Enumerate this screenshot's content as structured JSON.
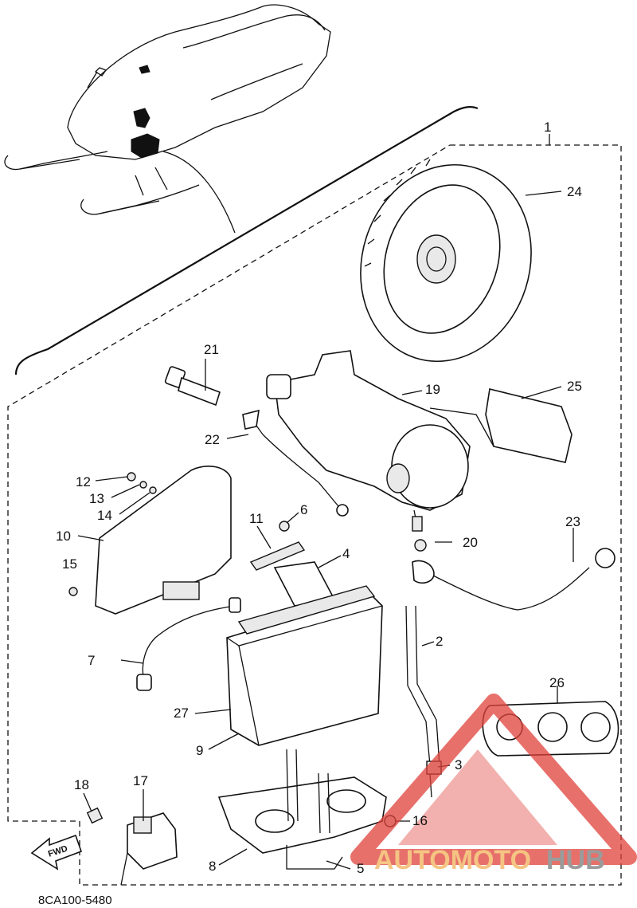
{
  "diagram": {
    "reference_code": "8CA100-5480",
    "direction_label": "FWD",
    "callouts": [
      {
        "id": "c1",
        "label": "1"
      },
      {
        "id": "c2",
        "label": "2"
      },
      {
        "id": "c3",
        "label": "3"
      },
      {
        "id": "c4",
        "label": "4"
      },
      {
        "id": "c5",
        "label": "5"
      },
      {
        "id": "c6",
        "label": "6"
      },
      {
        "id": "c7",
        "label": "7"
      },
      {
        "id": "c8",
        "label": "8"
      },
      {
        "id": "c9",
        "label": "9"
      },
      {
        "id": "c10",
        "label": "10"
      },
      {
        "id": "c11",
        "label": "11"
      },
      {
        "id": "c12",
        "label": "12"
      },
      {
        "id": "c13",
        "label": "13"
      },
      {
        "id": "c14",
        "label": "14"
      },
      {
        "id": "c15",
        "label": "15"
      },
      {
        "id": "c16",
        "label": "16"
      },
      {
        "id": "c17",
        "label": "17"
      },
      {
        "id": "c18",
        "label": "18"
      },
      {
        "id": "c19",
        "label": "19"
      },
      {
        "id": "c20",
        "label": "20"
      },
      {
        "id": "c21",
        "label": "21"
      },
      {
        "id": "c22",
        "label": "22"
      },
      {
        "id": "c23",
        "label": "23"
      },
      {
        "id": "c24",
        "label": "24"
      },
      {
        "id": "c25",
        "label": "25"
      },
      {
        "id": "c26",
        "label": "26"
      },
      {
        "id": "c27",
        "label": "27"
      }
    ]
  },
  "watermark": {
    "word_part_a": "AUTOMOTO",
    "word_part_b": "HUB",
    "colors": {
      "triangle": "#e0413a",
      "text_a": "#f2b15a",
      "text_b": "#7a7a7a"
    }
  }
}
